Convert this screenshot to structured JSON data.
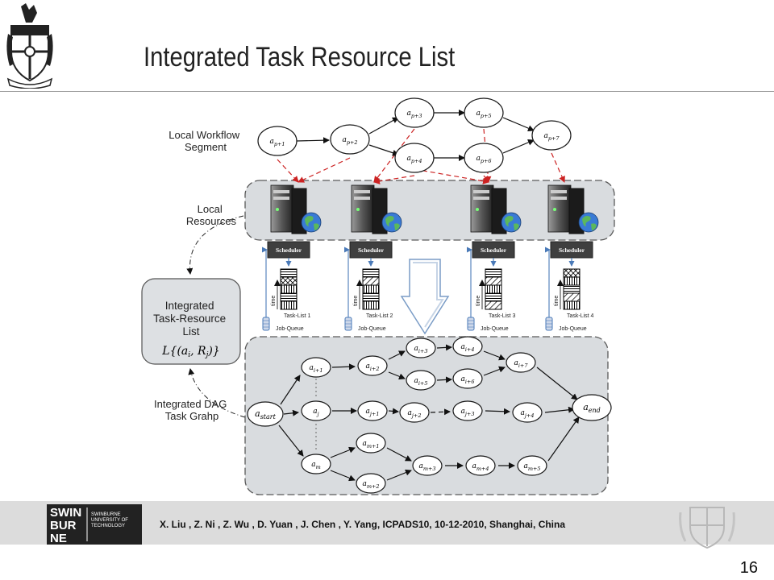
{
  "slide": {
    "title": "Integrated Task Resource List",
    "citation": "X. Liu , Z. Ni , Z. Wu , D. Yuan , J. Chen , Y. Yang, ICPADS10, 10-12-2010,  Shanghai, China",
    "page_number": "16"
  },
  "logo": {
    "lines": [
      "SWIN",
      "BUR",
      "NE"
    ],
    "university_lines": [
      "SWINBURNE",
      "UNIVERSITY OF",
      "TECHNOLOGY"
    ]
  },
  "diagram": {
    "labels": {
      "workflow_segment": [
        "Local Workflow",
        "Segment"
      ],
      "local_resources": [
        "Local",
        "Resources"
      ],
      "integrated_list": [
        "Integrated",
        "Task-Resource",
        "List"
      ],
      "integrated_dag": [
        "Integrated DAG",
        "Task Grahp"
      ]
    },
    "list_formula": "L{(a_i, R_j)}",
    "scheduler_label": "Scheduler",
    "job_queue_label": "Job-Queue",
    "time_label": "time",
    "task_lists": [
      "Task-List 1",
      "Task-List 2",
      "Task-List 3",
      "Task-List 4"
    ],
    "workflow_nodes": [
      "a_p+1",
      "a_p+2",
      "a_p+3",
      "a_p+4",
      "a_p+5",
      "a_p+6",
      "a_p+7"
    ],
    "dag_nodes": {
      "start": "a_start",
      "end": "a_end",
      "inner": [
        "a_i+1",
        "a_i+2",
        "a_i+3",
        "a_i+4",
        "a_i+5",
        "a_i+6",
        "a_i+7",
        "a_j",
        "a_j+1",
        "a_j+2",
        "a_j+3",
        "a_j+4",
        "a_m",
        "a_m+1",
        "a_m+2",
        "a_m+3",
        "a_m+4",
        "a_m+5"
      ]
    }
  },
  "colors": {
    "panel_fill": "#d9dcdf",
    "panel_border": "#5a5a5a",
    "arrow_red": "#cc2222",
    "node_stroke": "#1a1a1a",
    "queue_blue": "#4a7ab8",
    "footer_band": "#dcdcdc"
  },
  "icons": [
    "crest-icon",
    "server-icon",
    "globe-icon",
    "big-down-arrow-icon"
  ]
}
